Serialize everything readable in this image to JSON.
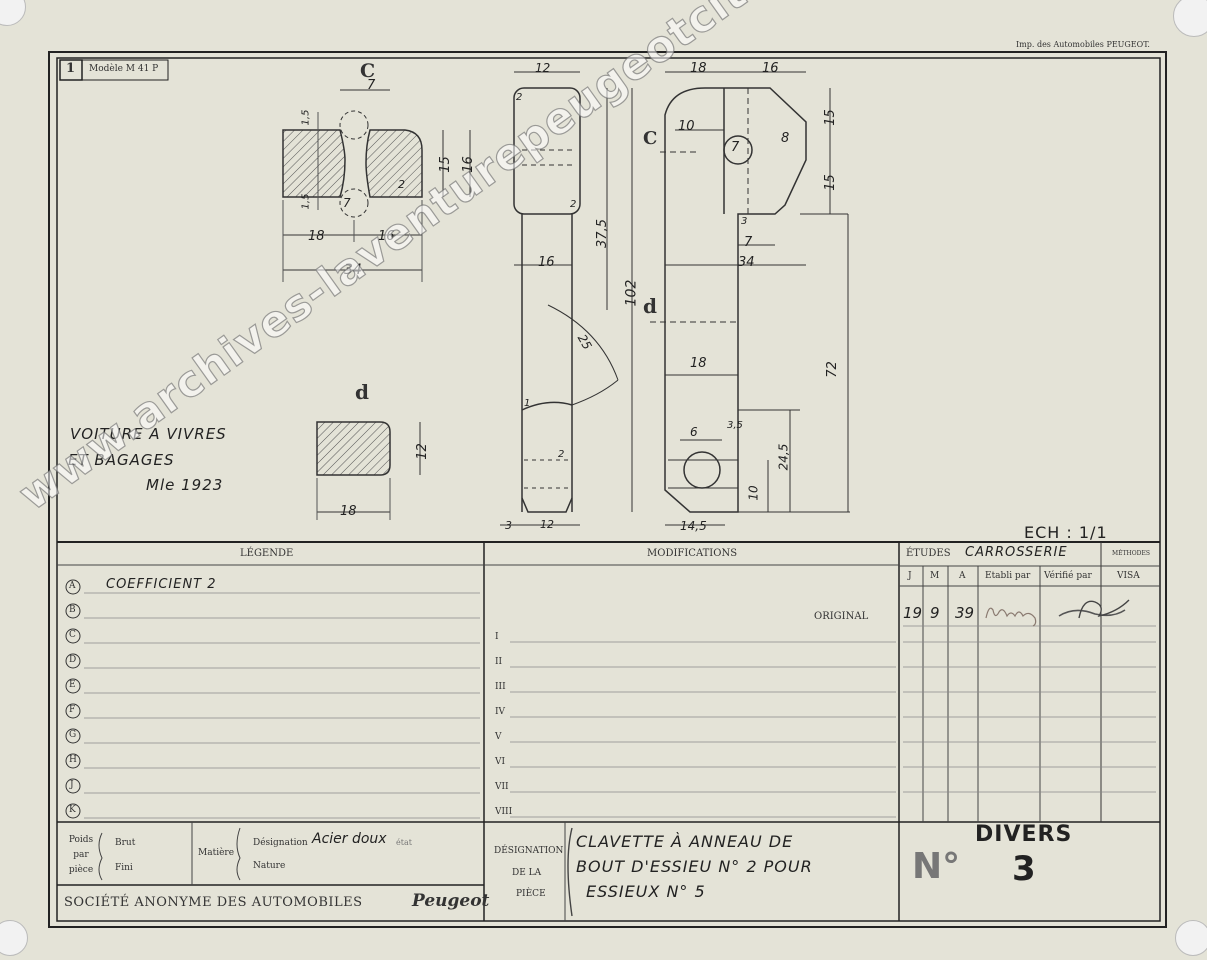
{
  "imprint": "Imp. des Automobiles PEUGEOT.",
  "sheet_number": "1",
  "model_ref": "Modèle M 41 P",
  "scale": "ECH : 1/1",
  "vehicle": {
    "line1": "VOITURE A VIVRES",
    "line2": "ET BAGAGES",
    "line3": "Mle 1923"
  },
  "sections": {
    "c_label": "C",
    "d_label": "d"
  },
  "dimensions": {
    "top_c": "7",
    "v1_5a": "1,5",
    "v1_5b": "1,5",
    "v7b": "7",
    "v15": "15",
    "v16": "16",
    "r2": "2",
    "w18": "18",
    "w16": "16",
    "w34": "34",
    "d_h12": "12",
    "d_w18": "18",
    "side_w12": "12",
    "side_16": "16",
    "side_37_5": "37,5",
    "side_25": "25",
    "side_102": "102",
    "side_r2a": "2",
    "side_r2b": "2",
    "side_r2c": "2",
    "side_r1": "1",
    "side_3": "3",
    "side_12b": "12",
    "front_18": "18",
    "front_16": "16",
    "front_10": "10",
    "front_7": "7",
    "front_8": "8",
    "front_15a": "15",
    "front_15b": "15",
    "front_3": "3",
    "front_7b": "7",
    "front_34": "34",
    "front_18b": "18",
    "front_72": "72",
    "front_6": "6",
    "front_3_5": "3,5",
    "front_24_5": "24,5",
    "front_10b": "10",
    "front_14_5": "14,5"
  },
  "legend": {
    "header": "LÉGENDE",
    "items": [
      {
        "letter": "A",
        "text": "COEFFICIENT 2"
      },
      {
        "letter": "B",
        "text": ""
      },
      {
        "letter": "C",
        "text": ""
      },
      {
        "letter": "D",
        "text": ""
      },
      {
        "letter": "E",
        "text": ""
      },
      {
        "letter": "F",
        "text": ""
      },
      {
        "letter": "G",
        "text": ""
      },
      {
        "letter": "H",
        "text": ""
      },
      {
        "letter": "J",
        "text": ""
      },
      {
        "letter": "K",
        "text": ""
      }
    ]
  },
  "modifications": {
    "header": "MODIFICATIONS",
    "original_label": "ORIGINAL",
    "rows": [
      "I",
      "II",
      "III",
      "IV",
      "V",
      "VI",
      "VII",
      "VIII"
    ]
  },
  "etudes": {
    "header_prefix": "ÉTUDES",
    "department": "CARROSSERIE",
    "methodes": "MÉTHODES",
    "cols": {
      "j": "J",
      "m": "M",
      "a": "A",
      "etabli": "Etabli par",
      "verifie": "Vérifié par",
      "visa": "VISA"
    },
    "original": {
      "j": "19",
      "m": "9",
      "a": "39"
    }
  },
  "bottom": {
    "poids": "Poids\npar\npièce",
    "brut": "Brut",
    "fini": "Fini",
    "matiere": "Matière",
    "designation_label": "Désignation",
    "designation_value": "Acier doux",
    "etat": "état",
    "nature": "Nature",
    "company": "SOCIÉTÉ ANONYME DES AUTOMOBILES",
    "brand": "Peugeot",
    "piece_label_1": "DÉSIGNATION",
    "piece_label_2": "DE LA",
    "piece_label_3": "PIÈCE",
    "piece_line1": "CLAVETTE À ANNEAU DE",
    "piece_line2": "BOUT D'ESSIEU N° 2 POUR",
    "piece_line3": "ESSIEUX N° 5",
    "category": "DIVERS",
    "no_label": "N°",
    "number": "3"
  },
  "watermark": "www.archives-laventurepeugeotcitroends.com"
}
